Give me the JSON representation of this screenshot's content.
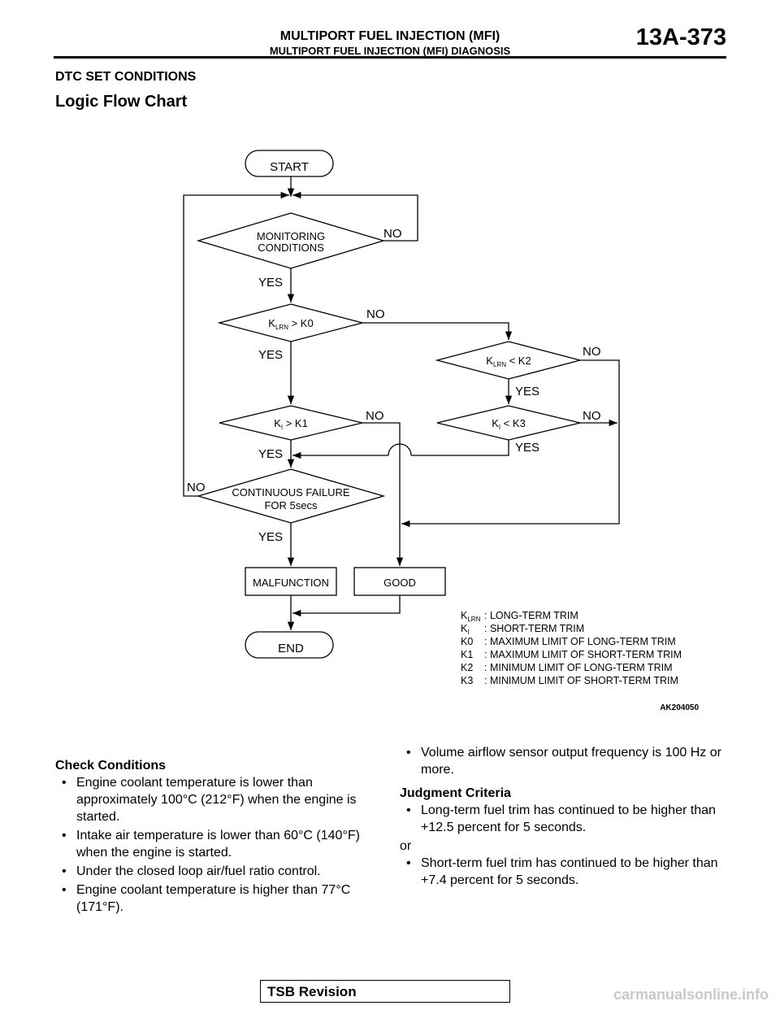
{
  "header": {
    "title": "MULTIPORT FUEL INJECTION (MFI)",
    "subtitle": "MULTIPORT FUEL INJECTION (MFI) DIAGNOSIS",
    "page": "13A-373"
  },
  "section_title": "DTC SET CONDITIONS",
  "subsection_title": "Logic Flow Chart",
  "flowchart": {
    "start": "START",
    "monitoring_1": "MONITORING",
    "monitoring_2": "CONDITIONS",
    "cond_klrn_gt_k0": {
      "base": "K",
      "sub": "LRN",
      "rest": " > K0"
    },
    "cond_klrn_lt_k2": {
      "base": "K",
      "sub": "LRN",
      "rest": " < K2"
    },
    "cond_ki_gt_k1": {
      "base": "K",
      "sub": "I",
      "rest": " > K1"
    },
    "cond_ki_lt_k3": {
      "base": "K",
      "sub": "I",
      "rest": " < K3"
    },
    "continuous_1": "CONTINUOUS FAILURE",
    "continuous_2": "FOR 5secs",
    "malfunction": "MALFUNCTION",
    "good": "GOOD",
    "end": "END",
    "yes": "YES",
    "no": "NO",
    "figure_id": "AK204050"
  },
  "legend": [
    {
      "sym": "K",
      "sub": "LRN",
      "text": ": LONG-TERM TRIM"
    },
    {
      "sym": "K",
      "sub": "I",
      "text": ": SHORT-TERM TRIM"
    },
    {
      "sym": "K0",
      "sub": "",
      "text": ": MAXIMUM LIMIT OF LONG-TERM TRIM"
    },
    {
      "sym": "K1",
      "sub": "",
      "text": ": MAXIMUM LIMIT OF SHORT-TERM TRIM"
    },
    {
      "sym": "K2",
      "sub": "",
      "text": ": MINIMUM LIMIT OF LONG-TERM TRIM"
    },
    {
      "sym": "K3",
      "sub": "",
      "text": ": MINIMUM LIMIT OF SHORT-TERM TRIM"
    }
  ],
  "check_conditions": {
    "heading": "Check Conditions",
    "items": [
      "Engine coolant temperature is lower than approximately 100°C (212°F) when the engine is started.",
      "Intake air temperature is lower than 60°C (140°F) when the engine is started.",
      "Under the closed loop air/fuel ratio control.",
      "Engine coolant temperature is higher than 77°C (171°F)."
    ],
    "continued": "Volume airflow sensor output frequency is 100 Hz or more."
  },
  "judgment_criteria": {
    "heading": "Judgment Criteria",
    "item1": "Long-term fuel trim has continued to be higher than +12.5 percent for 5 seconds.",
    "or": "or",
    "item2": "Short-term fuel trim has continued to be higher than +7.4 percent for 5 seconds."
  },
  "footer": {
    "tsb": "TSB Revision",
    "watermark": "carmanualsonline.info"
  }
}
